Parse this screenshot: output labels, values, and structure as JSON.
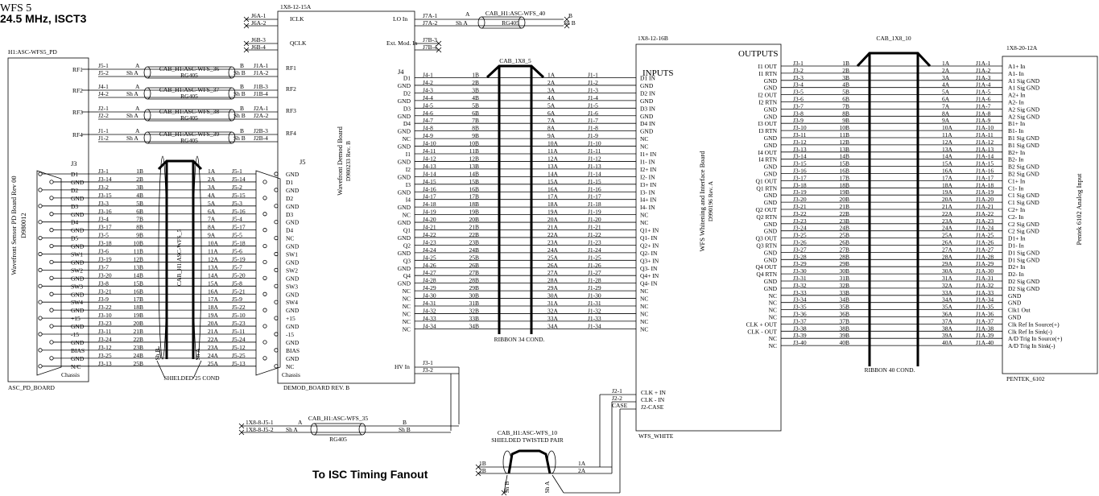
{
  "header": {
    "line1": "WFS 5",
    "line2": "24.5 MHz, ISCT3"
  },
  "footer": {
    "timing": "To ISC Timing Fanout"
  },
  "pd_board": {
    "top_ref": "H1:ASC-WFS5_PD",
    "bottom_ref": "ASC_PD_BOARD",
    "title": "Wavefront Sensor PD Board Rev 00",
    "dnum": "D980012",
    "conn": "J3",
    "rf_labels": [
      "RF1",
      "RF2",
      "RF3",
      "RF4"
    ],
    "pins": [
      "D1",
      "GND",
      "D2",
      "GND",
      "D3",
      "GND",
      "D4",
      "GND",
      "D5",
      "GND",
      "SW1",
      "GND",
      "SW2",
      "GND",
      "SW3",
      "GND",
      "SW4",
      "GND",
      "+15",
      "GND",
      "-15",
      "GND",
      "BIAS",
      "GND",
      "N/C"
    ],
    "chassis": "Chassis"
  },
  "demod_board": {
    "top_ref": "1X8-12-15A",
    "bottom_ref": "DEMOD_BOARD REV. B",
    "title": "Wavefront Demod Board",
    "dnum": "D980233 Rev. B",
    "conn_j4": "J4",
    "conn_j5": "J5",
    "top_labels": [
      "ICLK",
      "QCLK",
      "LO In",
      "Ext. Mod. In"
    ],
    "rf_labels": [
      "RF1",
      "RF2",
      "RF3",
      "RF4"
    ],
    "j5_pins": [
      "GND",
      "D1",
      "GND",
      "D2",
      "GND",
      "D3",
      "GND",
      "D4",
      "NC",
      "GND",
      "SW1",
      "GND",
      "SW2",
      "GND",
      "SW3",
      "GND",
      "SW4",
      "GND",
      "+15",
      "GND",
      "-15",
      "GND",
      "BIAS",
      "GND",
      "NC"
    ],
    "j4_pins": [
      "D1",
      "GND",
      "D2",
      "GND",
      "D3",
      "GND",
      "D4",
      "GND",
      "NC",
      "GND",
      "I1",
      "GND",
      "I2",
      "GND",
      "I3",
      "GND",
      "I4",
      "GND",
      "NC",
      "GND",
      "Q1",
      "GND",
      "Q2",
      "GND",
      "Q3",
      "GND",
      "Q4",
      "GND",
      "NC",
      "NC",
      "NC",
      "NC",
      "NC",
      "NC"
    ],
    "hv_in": "HV In",
    "chassis": "Chassis"
  },
  "rf_cables": [
    {
      "l1": "J5-1",
      "l2": "J5-2",
      "a": "A",
      "sha": "Sh A",
      "name": "CAB_H1:ASC-WFS_36",
      "type": "RG405",
      "b": "B",
      "shb": "Sh B",
      "r1": "J1A-1",
      "r2": "J1A-2"
    },
    {
      "l1": "J4-1",
      "l2": "J4-2",
      "a": "A",
      "sha": "Sh A",
      "name": "CAB_H1:ASC-WFS_37",
      "type": "RG405",
      "b": "B",
      "shb": "Sh B",
      "r1": "J1B-3",
      "r2": "J1B-4"
    },
    {
      "l1": "J2-1",
      "l2": "J2-2",
      "a": "A",
      "sha": "Sh A",
      "name": "CAB_H1:ASC-WFS_38",
      "type": "RG405",
      "b": "B",
      "shb": "Sh B",
      "r1": "J2A-1",
      "r2": "J2A-2"
    },
    {
      "l1": "J1-1",
      "l2": "J1-2",
      "a": "A",
      "sha": "Sh A",
      "name": "CAB_H1:ASC-WFS_39",
      "type": "RG405",
      "b": "B",
      "shb": "Sh B",
      "r1": "J2B-3",
      "r2": "J2B-4"
    }
  ],
  "top_misc": {
    "j6": [
      "J6A-1",
      "J6A-2"
    ],
    "j6b": [
      "J6B-3",
      "J6B-4"
    ],
    "j7": [
      "J7A-1",
      "J7A-2"
    ],
    "j7b": [
      "J7B-3",
      "J7B-4"
    ],
    "cab40": {
      "a": "A",
      "sha": "Sh A",
      "name": "CAB_H1:ASC-WFS_40",
      "type": "RG405",
      "b": "B",
      "shb": "Sh B"
    }
  },
  "cab5": {
    "name": "CAB_H1:ASC-WFS_5",
    "cond": "SHIELDED 25 COND",
    "sha": "Sh A",
    "shb": "Sh B",
    "j3": [
      "J3-1",
      "J3-14",
      "J3-2",
      "J3-15",
      "J3-3",
      "J3-16",
      "J3-4",
      "J3-17",
      "J3-5",
      "J3-18",
      "J3-6",
      "J3-19",
      "J3-7",
      "J3-20",
      "J3-8",
      "J3-21",
      "J3-9",
      "J3-22",
      "J3-10",
      "J3-23",
      "J3-11",
      "J3-24",
      "J3-12",
      "J3-25",
      "J3-13"
    ],
    "b": [
      "1B",
      "2B",
      "3B",
      "4B",
      "5B",
      "6B",
      "7B",
      "8B",
      "9B",
      "10B",
      "11B",
      "12B",
      "13B",
      "14B",
      "15B",
      "16B",
      "17B",
      "18B",
      "19B",
      "20B",
      "21B",
      "22B",
      "23B",
      "24B",
      "25B"
    ],
    "a": [
      "1A",
      "2A",
      "3A",
      "4A",
      "5A",
      "6A",
      "7A",
      "8A",
      "9A",
      "10A",
      "11A",
      "12A",
      "13A",
      "14A",
      "15A",
      "16A",
      "17A",
      "18A",
      "19A",
      "20A",
      "21A",
      "22A",
      "23A",
      "24A",
      "25A"
    ],
    "j5": [
      "J5-1",
      "J5-14",
      "J5-2",
      "J5-15",
      "J5-3",
      "J5-16",
      "J5-4",
      "J5-17",
      "J5-5",
      "J5-18",
      "J5-6",
      "J5-19",
      "J5-7",
      "J5-20",
      "J5-8",
      "J5-21",
      "J5-9",
      "J5-22",
      "J5-10",
      "J5-23",
      "J5-11",
      "J5-24",
      "J5-12",
      "J5-25",
      "J5-13"
    ]
  },
  "cab_1x8_5": {
    "name": "CAB_1X8_5",
    "cond": "RIBBON 34 COND."
  },
  "whitening": {
    "top_ref": "1X8-12-16B",
    "bottom_ref": "WFS_WHITE",
    "inputs": "INPUTS",
    "outputs": "OUTPUTS",
    "title": "WFS Whitening and Interface Board",
    "dnum": "D990196 Rev. A",
    "in_pins": [
      "D1 IN",
      "GND",
      "D2 IN",
      "GND",
      "D3 IN",
      "GND",
      "D4 IN",
      "GND",
      "NC",
      "NC",
      "I1+ IN",
      "I1- IN",
      "I2+ IN",
      "I2- IN",
      "I3+ IN",
      "I3- IN",
      "I4+ IN",
      "I4- IN",
      "NC",
      "NC",
      "Q1+ IN",
      "Q1- IN",
      "Q2+ IN",
      "Q2- IN",
      "Q3+ IN",
      "Q3- IN",
      "Q4+ IN",
      "Q4- IN",
      "NC",
      "NC",
      "NC",
      "NC",
      "NC",
      "NC"
    ],
    "out_pins": [
      "I1 OUT",
      "I1 RTN",
      "GND",
      "GND",
      "I2 OUT",
      "I2 RTN",
      "GND",
      "GND",
      "I3 OUT",
      "I3 RTN",
      "GND",
      "GND",
      "I4 OUT",
      "I4 RTN",
      "GND",
      "GND",
      "Q1 OUT",
      "Q1 RTN",
      "GND",
      "GND",
      "Q2 OUT",
      "Q2 RTN",
      "GND",
      "GND",
      "Q3 OUT",
      "Q3 RTN",
      "GND",
      "GND",
      "Q4 OUT",
      "Q4 RTN",
      "GND",
      "GND",
      "NC",
      "NC",
      "NC",
      "NC",
      "CLK + OUT",
      "CLK - OUT",
      "NC",
      "NC"
    ],
    "clk_pins": [
      "CLK + IN",
      "CLK - IN",
      "J2-CASE"
    ],
    "clk_conn": [
      "J2-1",
      "J2-2",
      "CASE"
    ]
  },
  "cab_1x8_10": {
    "name": "CAB_1X8_10",
    "cond": "RIBBON 40 COND."
  },
  "pentek": {
    "top_ref": "1X8-20-12A",
    "bottom_ref": "PENTEK_6102",
    "title": "Pentek 6102 Analog Input",
    "pins": [
      "A1+ In",
      "A1- In",
      "A1 Sig GND",
      "A1 Sig GND",
      "A2+ In",
      "A2- In",
      "A2 Sig GND",
      "A2 Sig GND",
      "B1+ In",
      "B1- In",
      "B1 Sig GND",
      "B1 Sig GND",
      "B2+ In",
      "B2- In",
      "B2 Sig GND",
      "B2 Sig GND",
      "C1+ In",
      "C1- In",
      "C1 Sig GND",
      "C1 Sig GND",
      "C2+ In",
      "C2- In",
      "C2 Sig GND",
      "C2 Sig GND",
      "D1+ In",
      "D1- In",
      "D1 Sig GND",
      "D1 Sig GND",
      "D2+ In",
      "D2- In",
      "D2 Sig GND",
      "D2 Sig GND",
      "GND",
      "GND",
      "Clk1 Out",
      "GND",
      "Clk Ref In Source(+)",
      "Clk Ref In Sink(-)",
      "A/D Trig In Source(+)",
      "A/D Trig In Sink(-)"
    ]
  },
  "hv": {
    "j3": [
      "J3-1",
      "J3-2"
    ],
    "l1": "1X8-8-J5-1",
    "l2": "1X8-8-J5-2",
    "a": "A",
    "sha": "Sh A",
    "name": "CAB_H1:ASC-WFS_35",
    "type": "RG405",
    "b": "B",
    "shb": "Sh B"
  },
  "cab10": {
    "name": "CAB_H1:ASC-WFS_10",
    "cond": "SHIELDED TWISTED PAIR",
    "l": [
      "1B",
      "2B"
    ],
    "r": [
      "1A",
      "2A"
    ],
    "shb": "Sh B",
    "sha": "Sh A"
  }
}
